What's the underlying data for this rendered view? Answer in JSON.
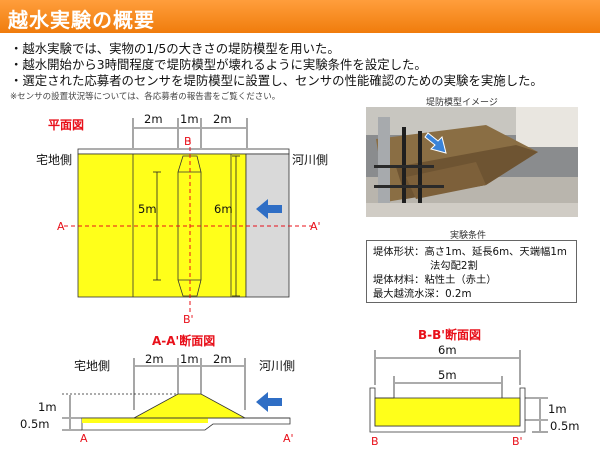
{
  "header": {
    "title": "越水実験の概要"
  },
  "bullets": [
    "・越水実験では、実物の1/5の大きさの堤防模型を用いた。",
    "・越水開始から3時間程度で堤防模型が壊れるように実験条件を設定した。",
    "・選定された応募者のセンサを堤防模型に設置し、センサの性能確認のための実験を実施した。"
  ],
  "note": "※センサの設置状況等については、各応募者の報告書をご覧ください。",
  "plan": {
    "title": "平面図",
    "dims_top": [
      "2m",
      "1m",
      "2m"
    ],
    "left_side": "宅地側",
    "right_side": "河川側",
    "height_inner": "5m",
    "height_outer": "6m",
    "line_a": "A",
    "line_a_prime": "A'",
    "line_b": "B",
    "line_b_prime": "B'"
  },
  "photo": {
    "caption": "堤防模型イメージ"
  },
  "conditions": {
    "caption": "実験条件",
    "line1": "堤体形状：高さ1m、延長6m、天端幅1m",
    "line1b": "法勾配2割",
    "line2": "堤体材料：粘性土（赤土）",
    "line3": "最大越流水深：0.2m"
  },
  "section_aa": {
    "title": "A-A'断面図",
    "left_side": "宅地側",
    "right_side": "河川側",
    "dims_top": [
      "2m",
      "1m",
      "2m"
    ],
    "height_levee": "1m",
    "height_base": "0.5m",
    "label_a": "A",
    "label_a_prime": "A'"
  },
  "section_bb": {
    "title": "B-B'断面図",
    "width_outer": "6m",
    "width_inner": "5m",
    "height_levee": "1m",
    "height_base": "0.5m",
    "label_b": "B",
    "label_b_prime": "B'"
  },
  "colors": {
    "header": "#f07c0c",
    "fill": "#ffff1a",
    "red": "#e8101a",
    "arrow": "#2f6ec5",
    "river": "#d9d9d9"
  }
}
